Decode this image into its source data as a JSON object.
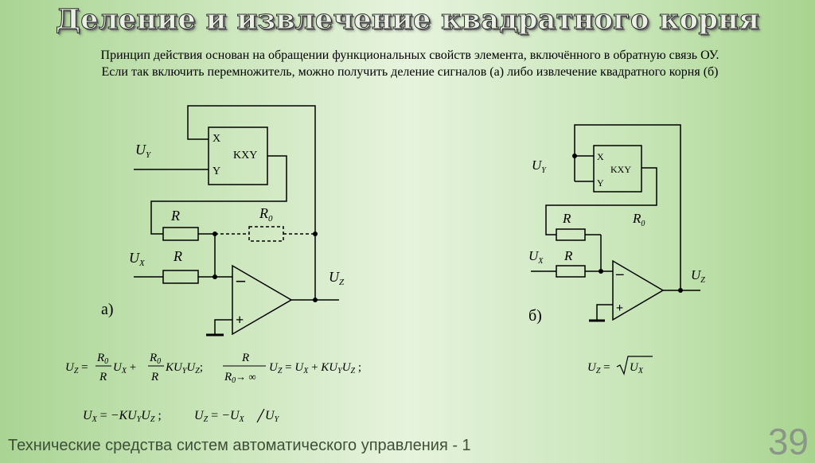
{
  "title": "Деление и извлечение квадратного корня",
  "intro_line1": "Принцип действия основан на обращении функциональных свойств элемента, включённого в обратную связь ОУ.",
  "intro_line2": "Если так включить перемножитель, можно получить деление сигналов (а) либо извлечение квадратного корня (б)",
  "circuit_a": {
    "label": "а)",
    "mult_x": "X",
    "mult_y": "Y",
    "mult_name": "KXY",
    "uy": "U",
    "uy_sub": "Y",
    "ux": "U",
    "ux_sub": "X",
    "uz": "U",
    "uz_sub": "Z",
    "r_top": "R",
    "r_in": "R",
    "r0": "R",
    "r0_sub": "0",
    "minus": "–",
    "plus": "+"
  },
  "circuit_b": {
    "label": "б)",
    "mult_x": "X",
    "mult_y": "Y",
    "mult_name": "KXY",
    "uy": "U",
    "uy_sub": "Y",
    "ux": "U",
    "ux_sub": "X",
    "uz": "U",
    "uz_sub": "Z",
    "r_top": "R",
    "r_in": "R",
    "r0": "R",
    "r0_sub": "0",
    "minus": "–",
    "plus": "+"
  },
  "formulas": {
    "f1_lhs": "U",
    "f1_lhs_sub": "Z",
    "f1_frac1_num": "R",
    "f1_frac1_num_sub": "0",
    "f1_frac1_den": "R",
    "f1_term1": "U",
    "f1_term1_sub": "X",
    "f1_frac2_num": "R",
    "f1_frac2_num_sub": "0",
    "f1_frac2_den": "R",
    "f1_term2": "KU",
    "f1_term2_sub1": "Y",
    "f1_term2_mid": "U",
    "f1_term2_sub2": "Z",
    "f2_frac_num": "R",
    "f2_frac_den": "R",
    "f2_frac_den_sub": "0",
    "f2_arrow": "→ ∞",
    "f2_rhs": "U",
    "f2_rhs_sub": "Z",
    "f2_ux": "U",
    "f2_ux_sub": "X",
    "f2_k": "KU",
    "f2_k_sub": "Y",
    "f2_uz": "U",
    "f2_uz_sub": "Z",
    "f3_ux": "U",
    "f3_ux_sub": "X",
    "f3_rhs": "−KU",
    "f3_rhs_sub1": "Y",
    "f3_rhs_u": "U",
    "f3_rhs_sub2": "Z",
    "f3_uz": "U",
    "f3_uz_sub": "Z",
    "f3_ux2": "−U",
    "f3_ux2_sub": "X",
    "f3_uy": "U",
    "f3_uy_sub": "Y",
    "f4_uz": "U",
    "f4_uz_sub": "Z",
    "f4_ux": "U",
    "f4_ux_sub": "X"
  },
  "footer": "Технические средства систем автоматического управления - 1",
  "page_number": "39"
}
